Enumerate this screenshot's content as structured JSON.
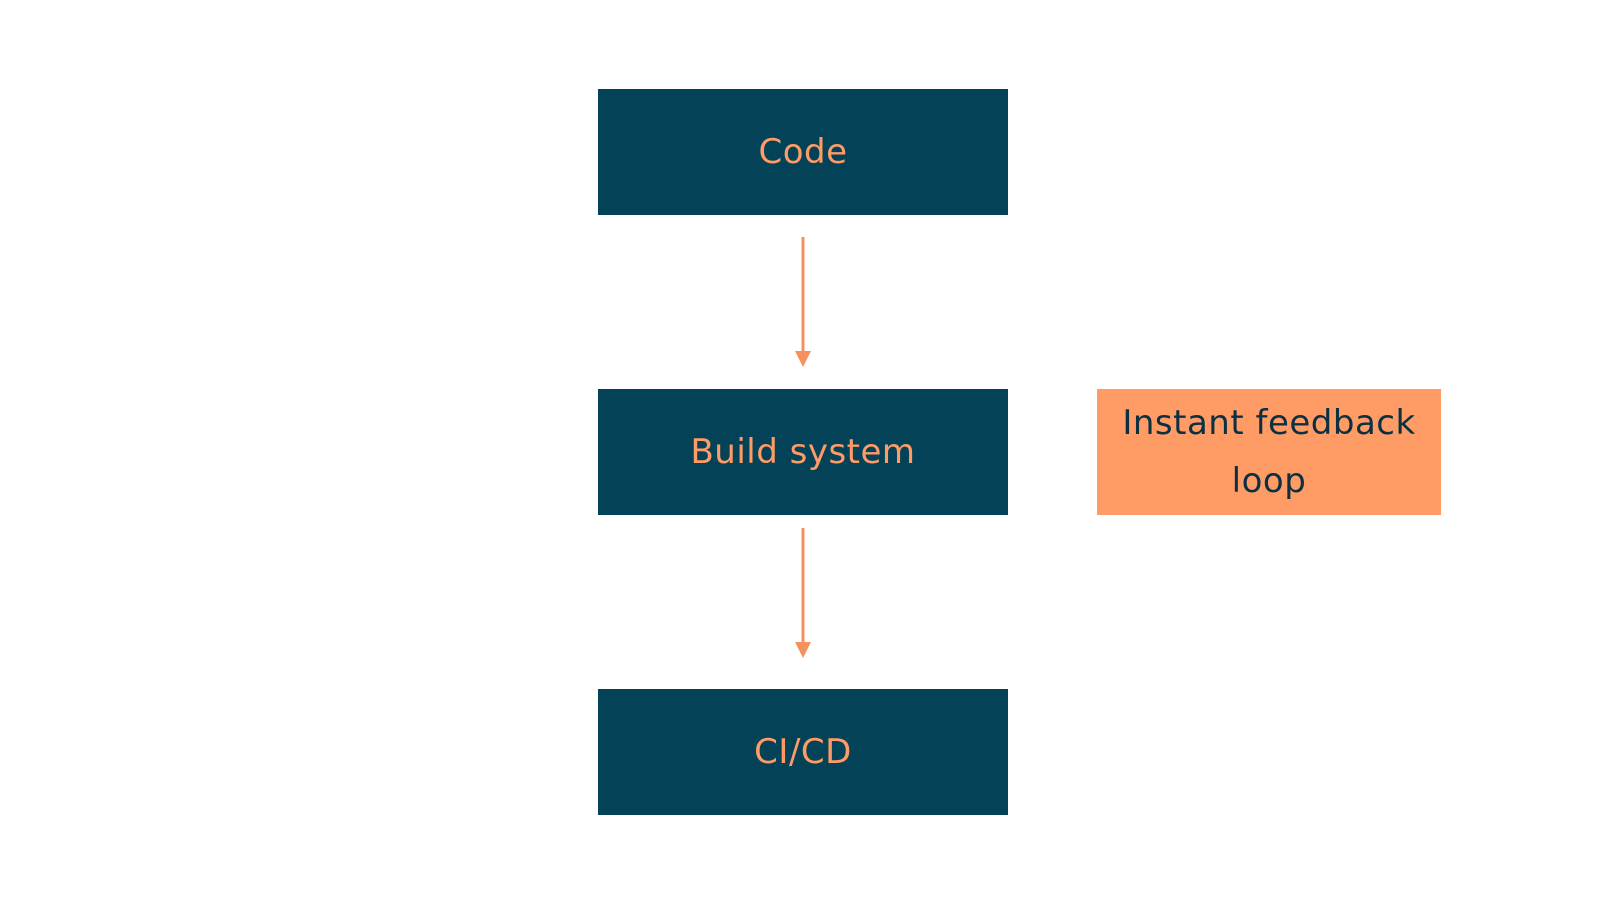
{
  "diagram": {
    "nodes": {
      "code": "Code",
      "build_system": "Build system",
      "ci_cd": "CI/CD",
      "feedback": "Instant feedback loop"
    },
    "edges": [
      {
        "from": "Code",
        "to": "Build system"
      },
      {
        "from": "Build system",
        "to": "CI/CD"
      }
    ]
  },
  "colors": {
    "node_fill": "#044357",
    "node_text": "#FF9B66",
    "accent_fill": "#FF9C66",
    "accent_text": "#0B3041",
    "arrow": "#F4915C"
  }
}
